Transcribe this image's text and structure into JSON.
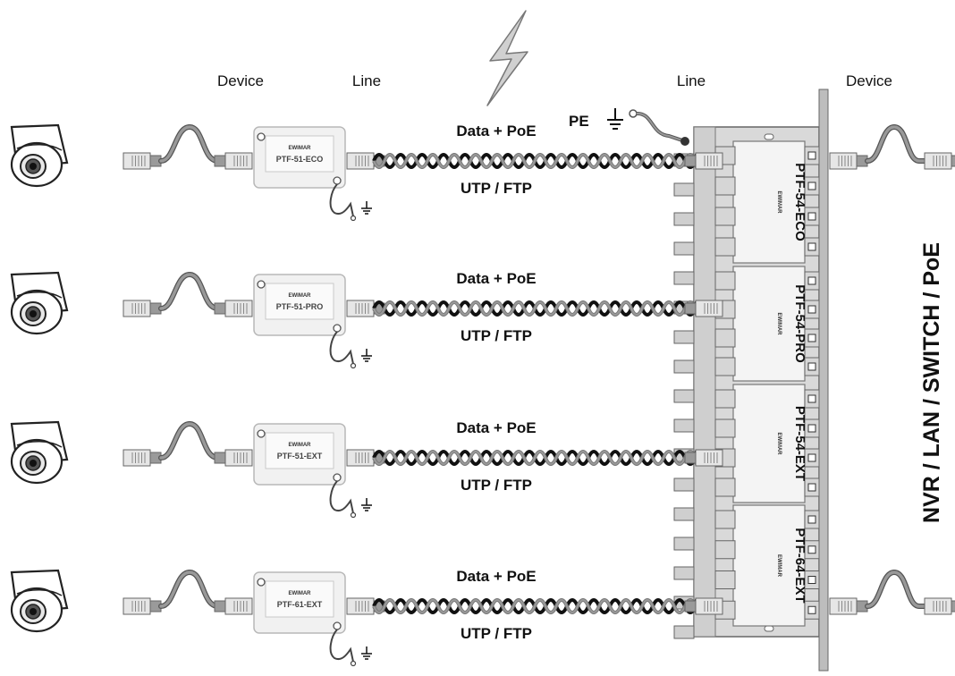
{
  "headers": {
    "device_left": "Device",
    "line_left": "Line",
    "line_right": "Line",
    "device_right": "Device"
  },
  "pe_label": "PE",
  "side_label": "NVR / LAN / SWITCH / PoE",
  "brand": "EWIMAR",
  "rows": [
    {
      "module": "PTF-51-ECO",
      "cable_top": "Data + PoE",
      "cable_bottom": "UTP / FTP"
    },
    {
      "module": "PTF-51-PRO",
      "cable_top": "Data + PoE",
      "cable_bottom": "UTP / FTP"
    },
    {
      "module": "PTF-51-EXT",
      "cable_top": "Data + PoE",
      "cable_bottom": "UTP / FTP"
    },
    {
      "module": "PTF-61-EXT",
      "cable_top": "Data + PoE",
      "cable_bottom": "UTP / FTP"
    }
  ],
  "panel_modules": [
    {
      "name": "PTF-54-ECO"
    },
    {
      "name": "PTF-54-PRO"
    },
    {
      "name": "PTF-54-EXT"
    },
    {
      "name": "PTF-64-EXT"
    }
  ],
  "icons": [
    "lightning-icon",
    "ground-icon",
    "dome-camera-icon",
    "rj45-plug-icon"
  ]
}
